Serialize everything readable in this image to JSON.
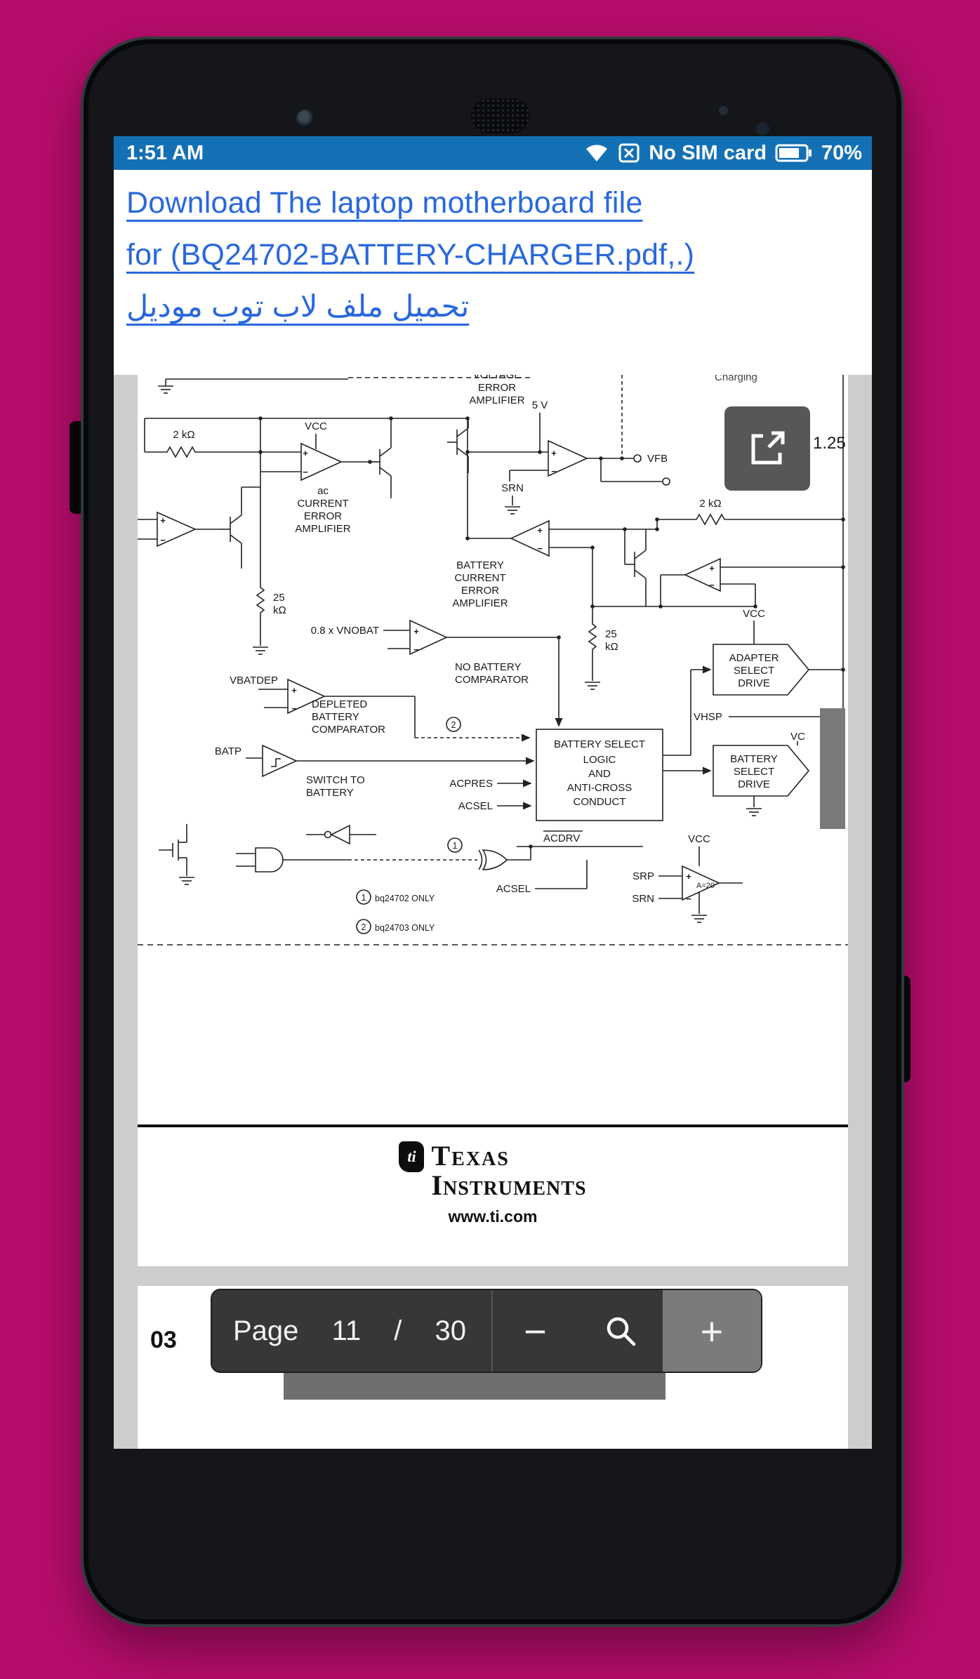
{
  "colors": {
    "wallpaper_magenta": "#b70d6c",
    "status_bar_blue": "#1470b5",
    "link_blue": "#2968dd",
    "page_margin_gray": "#cdcdcd",
    "pager_dark": "#2b2b2b"
  },
  "status_bar": {
    "time": "1:51 AM",
    "no_sim_label": "No SIM card",
    "battery_percent": "70%"
  },
  "link_block": {
    "line1": "Download The laptop motherboard file",
    "line2": "for (BQ24702-BATTERY-CHARGER.pdf,.)",
    "line3_arabic": "تحميل ملف لاب توب موديل"
  },
  "pdf": {
    "partial_footer": "03",
    "clipped_value": "1.25",
    "ti": {
      "bug": "ti",
      "name_top": "Texas",
      "name_bottom": "Instruments",
      "url": "www.ti.com"
    },
    "pager": {
      "page_label": "Page",
      "current_page": "11",
      "separator": "/",
      "total_pages": "30",
      "zoom_out": "−",
      "zoom_in": "+"
    }
  },
  "schematic": {
    "charging": "Charging",
    "voltage_amp": [
      "VOLTAGE",
      "ERROR",
      "AMPLIFIER"
    ],
    "five_v": "5 V",
    "vcc": "VCC",
    "vfb": "VFB",
    "srn": "SRN",
    "srp": "SRP",
    "res_2k": "2 kΩ",
    "res_25": "25",
    "res_kohm": "kΩ",
    "ac_amp": [
      "ac",
      "CURRENT",
      "ERROR",
      "AMPLIFIER"
    ],
    "battery_amp": [
      "BATTERY",
      "CURRENT",
      "ERROR",
      "AMPLIFIER"
    ],
    "nobat_ref": "0.8 x VNOBAT",
    "nobat_comp": [
      "NO BATTERY",
      "COMPARATOR"
    ],
    "vbatdep": "VBATDEP",
    "depleted_comp": [
      "DEPLETED",
      "BATTERY",
      "COMPARATOR"
    ],
    "batp": "BATP",
    "switch_to_battery": [
      "SWITCH TO",
      "BATTERY"
    ],
    "acpres": "ACPRES",
    "acsel": "ACSEL",
    "logic_box": [
      "BATTERY SELECT",
      "LOGIC",
      "AND",
      "ANTI-CROSS",
      "CONDUCT"
    ],
    "adapter_drive": [
      "ADAPTER",
      "SELECT",
      "DRIVE"
    ],
    "vhsp": "VHSP",
    "battery_drive": [
      "BATTERY",
      "SELECT",
      "DRIVE"
    ],
    "vc_partial": "VC",
    "acdrv": "ACDRV",
    "gain": "A=20",
    "plus": "+",
    "minus": "−",
    "num1": "1",
    "num2": "2",
    "note1": "bq24702 ONLY",
    "note2": "bq24703 ONLY"
  }
}
